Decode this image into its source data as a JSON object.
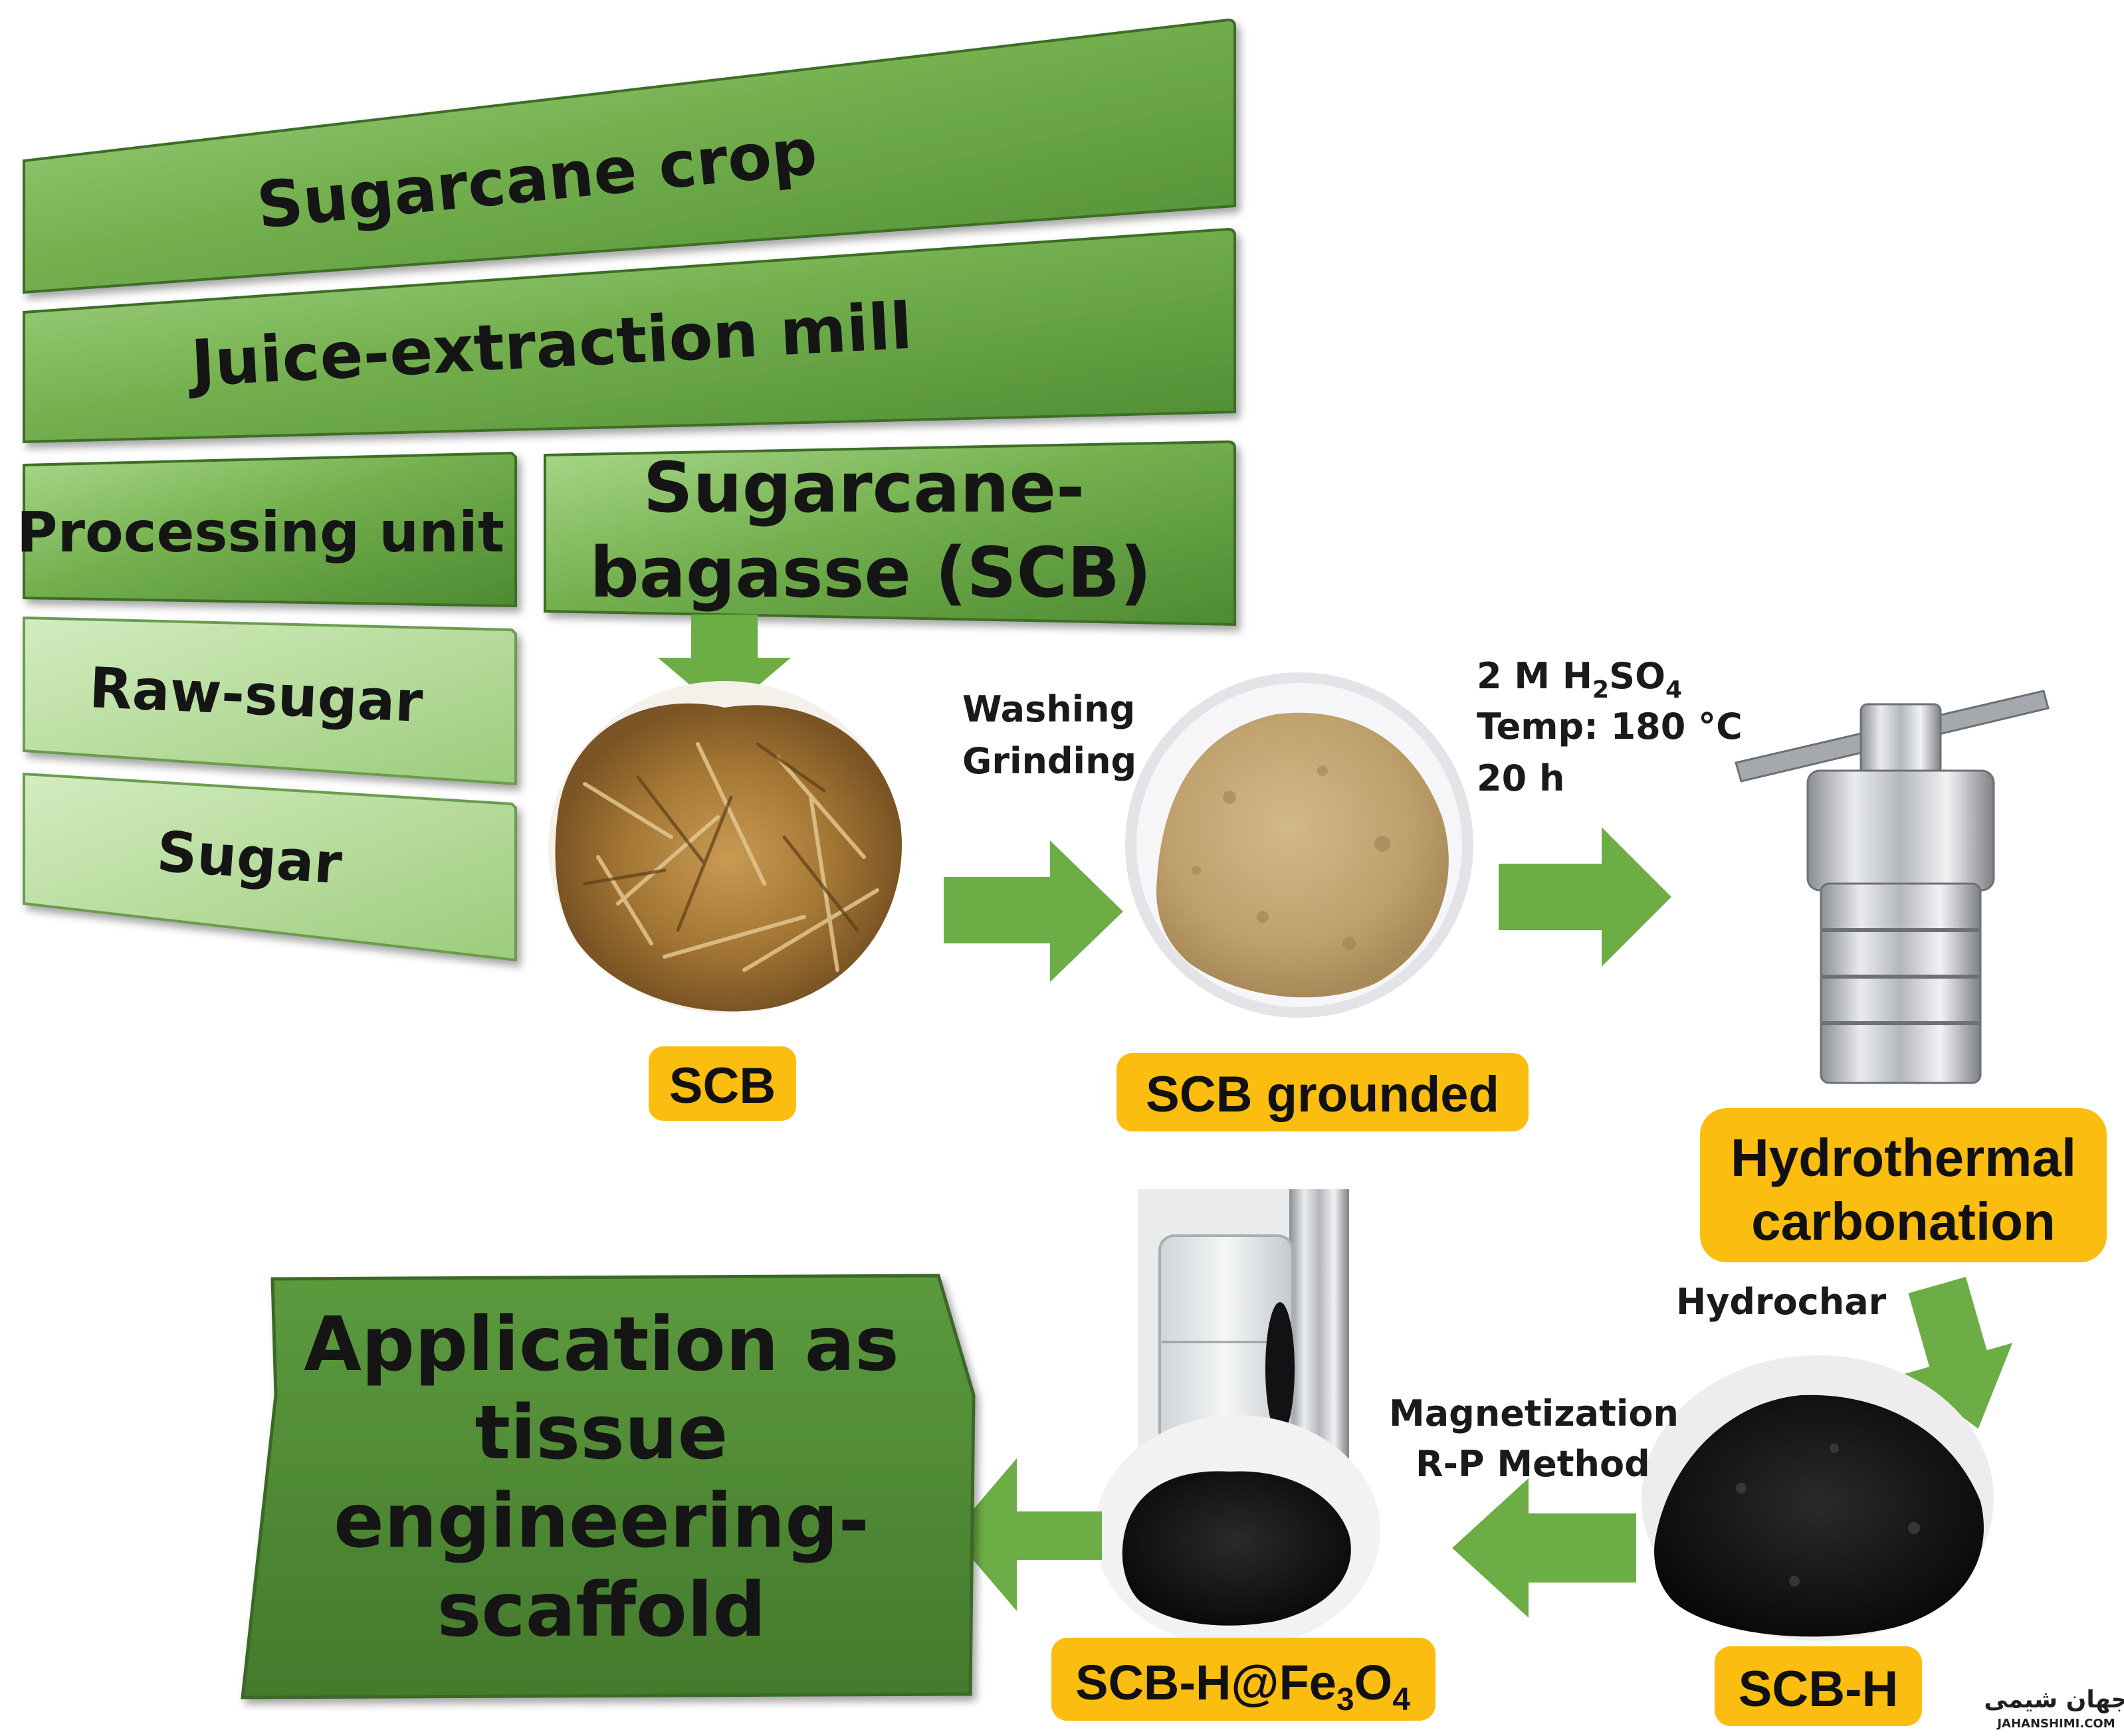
{
  "bars": {
    "sugarcane_crop": "Sugarcane crop",
    "juice_mill": "Juice-extraction mill",
    "processing_unit": "Processing unit",
    "scb_line1": "Sugarcane-",
    "scb_line2": "bagasse (SCB)",
    "raw_sugar": "Raw-sugar",
    "sugar": "Sugar"
  },
  "steps": {
    "washing": "Washing",
    "grinding": "Grinding",
    "acid_prefix": "2 M H",
    "acid_sub1": "2",
    "acid_mid": "SO",
    "acid_sub2": "4",
    "temp": "Temp: 180 °C",
    "time": "20 h",
    "hydrochar": "Hydrochar",
    "magnetization": "Magnetization",
    "rp_method": "R-P Method"
  },
  "labels": {
    "scb": "SCB",
    "scb_grounded": "SCB grounded",
    "htc_line1": "Hydrothermal",
    "htc_line2": "carbonation",
    "scb_h": "SCB-H",
    "fe_prefix": "SCB-H@Fe",
    "fe_sub1": "3",
    "fe_mid": "O",
    "fe_sub2": "4"
  },
  "application": {
    "line1": "Application as",
    "line2": "tissue",
    "line3": "engineering-",
    "line4": "scaffold"
  },
  "watermark": {
    "top": "جهان شیمی",
    "bottom": "JAHANSHIMI.COM"
  },
  "colors": {
    "bar_green_dark": "#5c9a3a",
    "bar_green_light": "#b5dc96",
    "arrow_green": "#6cae45",
    "label_yellow": "#fbbd0f",
    "app_green": "#4f8a35"
  }
}
